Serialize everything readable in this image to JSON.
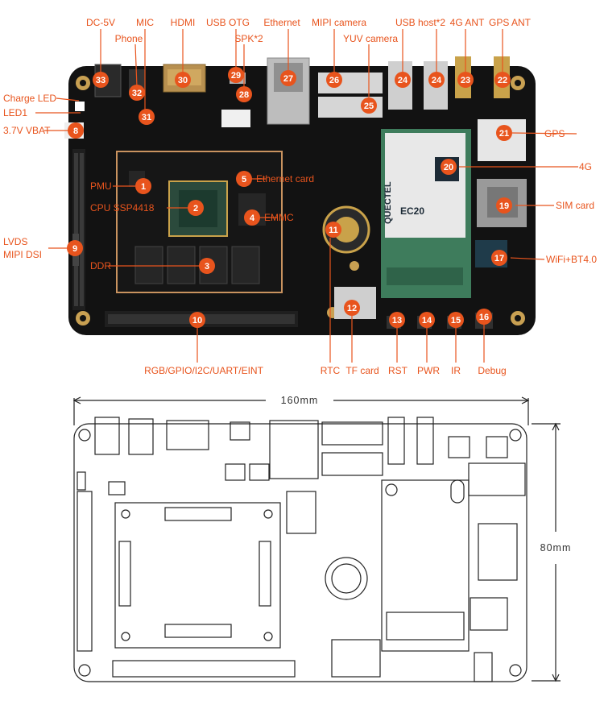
{
  "colors": {
    "accent": "#e8541d",
    "board": "#121212",
    "module_border": "#c9935f",
    "module_green": "#3e7c5c",
    "chip_pins": "#c9a24a"
  },
  "labels": {
    "dc5v": "DC-5V",
    "mic": "MIC",
    "phone": "Phone",
    "hdmi": "HDMI",
    "usb_otg": "USB OTG",
    "spk": "SPK*2",
    "ethernet": "Ethernet",
    "mipi_camera": "MIPI camera",
    "yuv_camera": "YUV camera",
    "usb_host": "USB host*2",
    "ant_4g": "4G ANT",
    "gps_ant": "GPS ANT",
    "charge_led": "Charge LED",
    "led1": "LED1",
    "vbat": "3.7V VBAT",
    "pmu": "PMU",
    "cpu": "CPU SSP4418",
    "ethernet_card": "Ethernet card",
    "emmc": "EMMC",
    "lvds": "LVDS",
    "mipi_dsi": "MIPI DSI",
    "ddr": "DDR",
    "gps": "GPS",
    "g4": "4G",
    "sim_card": "SIM card",
    "wifi_bt": "WiFi+BT4.0",
    "rgb_gpio": "RGB/GPIO/I2C/UART/EINT",
    "rtc": "RTC",
    "tf_card": "TF card",
    "rst": "RST",
    "pwr": "PWR",
    "ir": "IR",
    "debug": "Debug"
  },
  "badges": {
    "b1": "1",
    "b2": "2",
    "b3": "3",
    "b4": "4",
    "b5": "5",
    "b9": "9",
    "b10": "10",
    "b11": "11",
    "b12": "12",
    "b13": "13",
    "b14": "14",
    "b15": "15",
    "b16": "16",
    "b17": "17",
    "b19": "19",
    "b20": "20",
    "b21": "21",
    "b22": "22",
    "b23": "23",
    "b24a": "24",
    "b24b": "24",
    "b25": "25",
    "b26": "26",
    "b27": "27",
    "b28": "28",
    "b29": "29",
    "b30": "30",
    "b31": "31",
    "b32": "32",
    "b33": "33",
    "b8": "8"
  },
  "dimensions": {
    "width": "160mm",
    "height": "80mm"
  },
  "silkscreen": {
    "ec20_brand": "QUECTEL",
    "ec20_model": "EC20"
  }
}
